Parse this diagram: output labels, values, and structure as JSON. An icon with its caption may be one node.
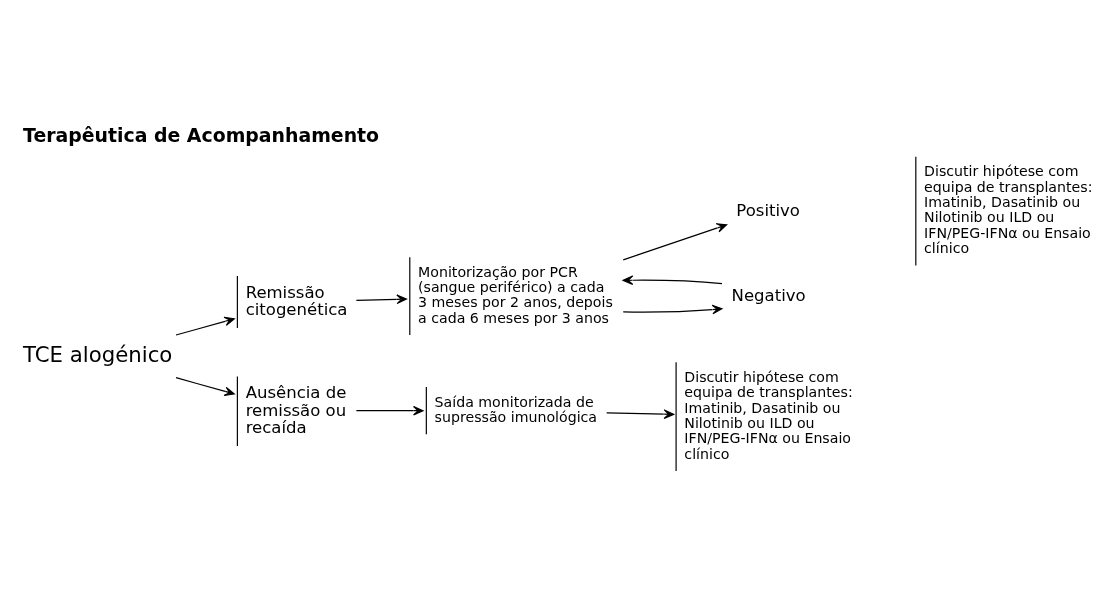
{
  "diagram": {
    "title": "Terapêutica de Acompanhamento",
    "nodes": [
      {
        "text": [
          "TCE alogénico"
        ]
      },
      {
        "text": [
          "Remissão citogenética"
        ]
      },
      {
        "text": [
          "Monitorização por PCR (sangue periférico) a cada 3 meses por 2 anos, depois a cada 6 meses por 3 anos"
        ]
      },
      {
        "text": [
          "Positivo"
        ]
      },
      {
        "text": [
          "Negativo"
        ]
      },
      {
        "text": [
          "Discutir hipótese com equipa de transplantes: Imatinib, Dasatinib ou Nilotinib ou ILD ou IFN/PEG-IFNα ou Ensaio clínico"
        ]
      },
      {
        "text": [
          "Ausência de remissão ou recaída"
        ]
      },
      {
        "text": [
          "Saída monitorizada de supressão imunológica"
        ]
      },
      {
        "text": [
          "Discutir hipótese com equipa de transplantes: Imatinib, Dasatinib ou Nilotinib ou ILD ou IFN/PEG-IFNα ou Ensaio clínico"
        ]
      }
    ],
    "edges": [
      {
        "from": 0,
        "to": 1,
        "arrow": "to"
      },
      {
        "from": 0,
        "to": 6,
        "arrow": "to"
      },
      {
        "from": 1,
        "to": 2,
        "arrow": "to"
      },
      {
        "from": 2,
        "to": 3,
        "arrow": "to"
      },
      {
        "from": 2,
        "to": 4,
        "arrow": "to"
      },
      {
        "from": 4,
        "to": 2,
        "arrow": "to"
      },
      {
        "from": 6,
        "to": 7,
        "arrow": "to"
      },
      {
        "from": 7,
        "to": 8,
        "arrow": "to"
      }
    ]
  }
}
